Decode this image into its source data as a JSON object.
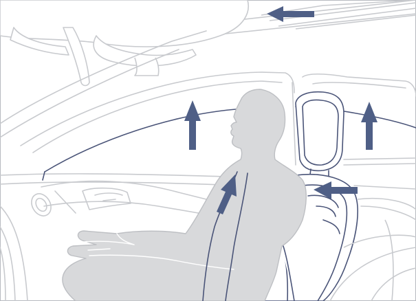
{
  "colors": {
    "background": "#ffffff",
    "outline": "#c8cace",
    "frame": "#b7babf",
    "occupant_fill": "#d8d9db",
    "occupant_edge": "#bdbfc3",
    "seat_detail": "#5a678c",
    "glass_line": "#4a5478",
    "arrow": "#4f5f86"
  },
  "arrows": [
    {
      "id": "sunroof",
      "direction": "left",
      "icon": "arrow-left-icon"
    },
    {
      "id": "front-window",
      "direction": "up",
      "icon": "arrow-up-icon"
    },
    {
      "id": "rear-window",
      "direction": "up",
      "icon": "arrow-up-icon"
    },
    {
      "id": "seat-backrest",
      "direction": "up-right",
      "icon": "arrow-up-right-icon"
    },
    {
      "id": "headrest",
      "direction": "left",
      "icon": "arrow-left-icon"
    }
  ]
}
